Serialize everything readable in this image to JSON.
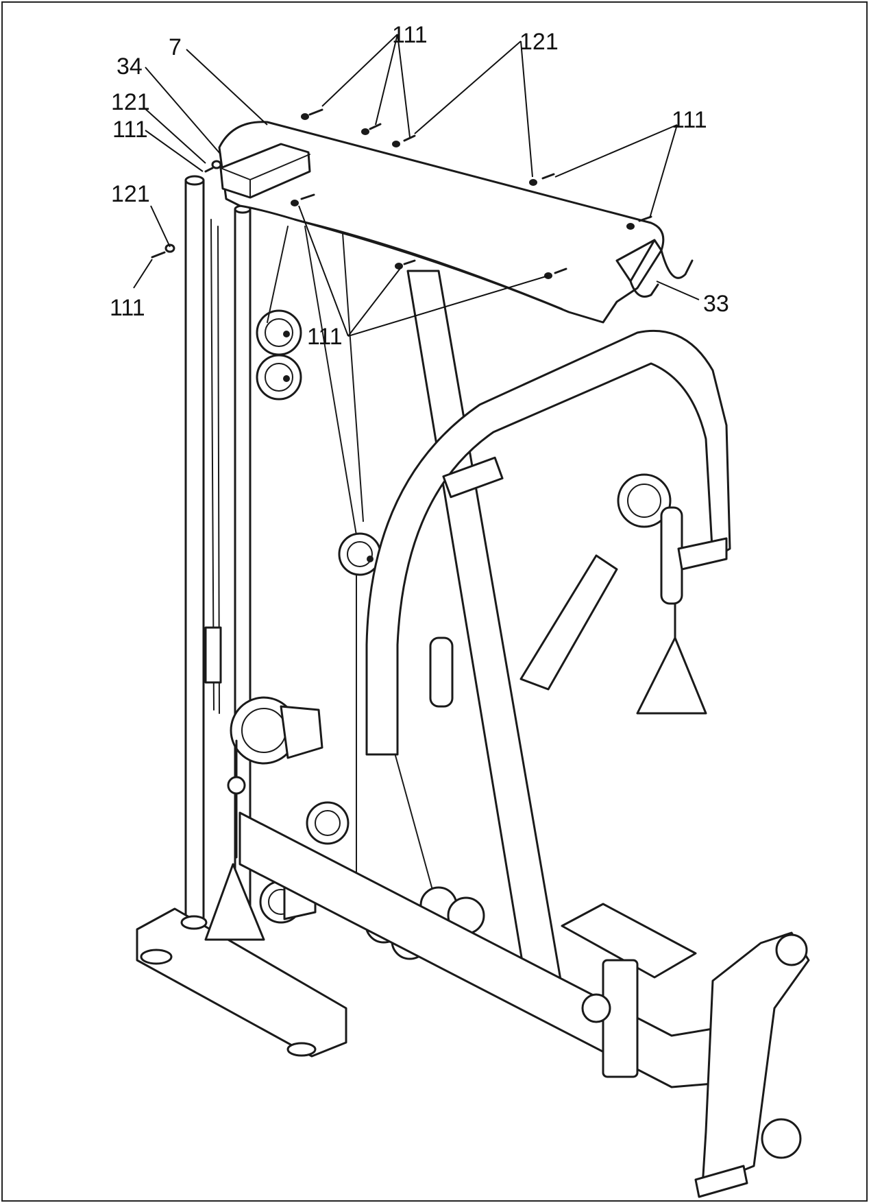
{
  "figure": {
    "kind": "exploded assembly drawing of a cable home gym frame (top cross-beam hardware)",
    "callouts": [
      {
        "id": "c1",
        "text": "111"
      },
      {
        "id": "c2",
        "text": "121"
      },
      {
        "id": "c3",
        "text": "7"
      },
      {
        "id": "c4",
        "text": "34"
      },
      {
        "id": "c5",
        "text": "121"
      },
      {
        "id": "c6",
        "text": "111"
      },
      {
        "id": "c7",
        "text": "111"
      },
      {
        "id": "c8",
        "text": "121"
      },
      {
        "id": "c9",
        "text": "111"
      },
      {
        "id": "c10",
        "text": "111"
      },
      {
        "id": "c11",
        "text": "33"
      }
    ]
  }
}
